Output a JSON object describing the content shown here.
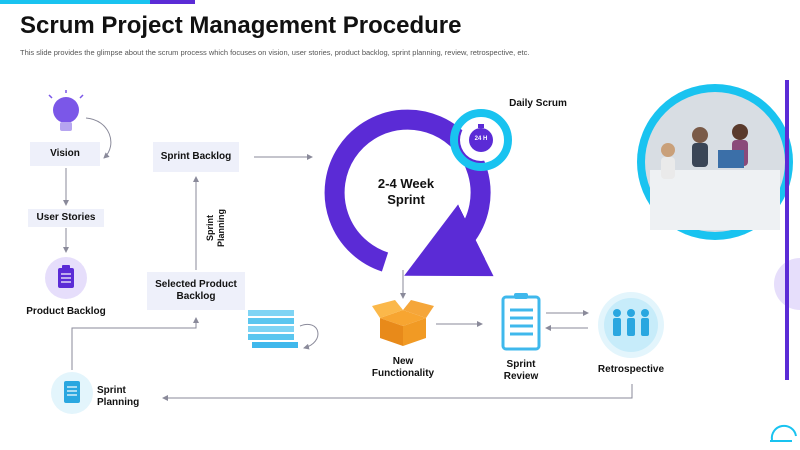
{
  "header": {
    "title": "Scrum Project Management Procedure",
    "subtitle": "This slide provides the glimpse about the scrum process which focuses on vision, user stories, product backlog, sprint planning, review, retrospective, etc."
  },
  "flow": {
    "vision": "Vision",
    "user_stories": "User Stories",
    "product_backlog": "Product Backlog",
    "sprint_backlog": "Sprint Backlog",
    "sprint_planning_vertical_line1": "Sprint",
    "sprint_planning_vertical_line2": "Planning",
    "selected_line1": "Selected Product",
    "selected_line2": "Backlog",
    "sprint_planning_line1": "Sprint",
    "sprint_planning_line2": "Planning",
    "daily_scrum": "Daily Scrum",
    "timer_text": "24 H",
    "cycle_line1": "2-4 Week",
    "cycle_line2": "Sprint",
    "new_line1": "New",
    "new_line2": "Functionality",
    "review_line1": "Sprint",
    "review_line2": "Review",
    "retrospective": "Retrospective"
  },
  "colors": {
    "purple": "#5b2bd6",
    "cyan": "#19c3f0",
    "box_bg": "#eef0fa"
  },
  "icons": [
    "lightbulb-icon",
    "clipboard-icon",
    "stopwatch-icon",
    "stack-icon",
    "box-icon",
    "checklist-icon",
    "people-icon",
    "document-icon",
    "logo-icon"
  ]
}
